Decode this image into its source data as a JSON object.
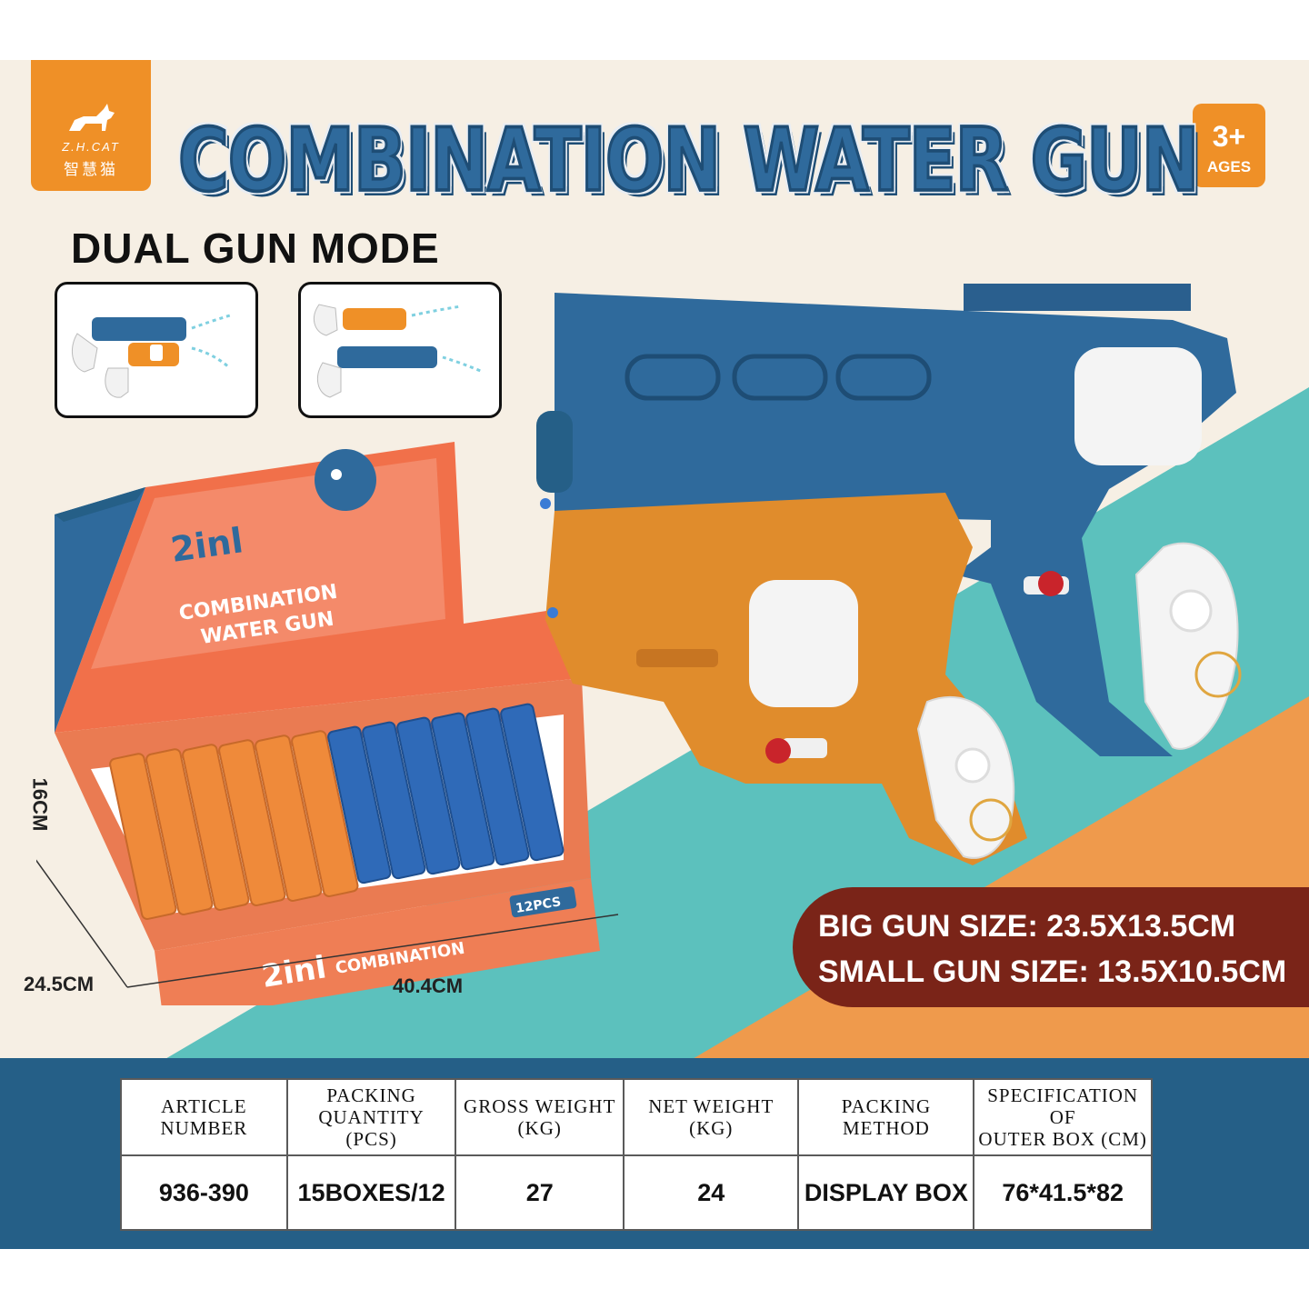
{
  "logo": {
    "brand_en": "Z.H.CAT",
    "brand_cn": "智慧猫"
  },
  "age_badge": {
    "value": "3+",
    "label": "AGES"
  },
  "title": "COMBINATION WATER GUN",
  "mode_title": "DUAL GUN MODE",
  "display_box": {
    "brand_text": "2inl",
    "product_line1": "COMBINATION",
    "product_line2": "WATER GUN",
    "count_badge": "12PCS"
  },
  "dimensions": {
    "height": "16CM",
    "depth": "24.5CM",
    "width": "40.4CM"
  },
  "sizes": {
    "big": "BIG GUN SIZE:  23.5X13.5CM",
    "small": "SMALL GUN SIZE:  13.5X10.5CM"
  },
  "colors": {
    "blue": "#2f6a9c",
    "orange": "#ef9027",
    "teal": "#5cc1bd",
    "maroon": "#7a2418",
    "band": "#255f87"
  },
  "spec_table": {
    "headers": [
      "ARTICLE NUMBER",
      "PACKING QUANTITY (PCS)",
      "GROSS WEIGHT (KG)",
      "NET WEIGHT (KG)",
      "PACKING METHOD",
      "SPECIFICATION OF OUTER BOX (CM)"
    ],
    "header_lines": [
      [
        "ARTICLE NUMBER",
        ""
      ],
      [
        "PACKING QUANTITY",
        "(PCS)"
      ],
      [
        "GROSS WEIGHT",
        "(KG)"
      ],
      [
        "NET WEIGHT",
        "(KG)"
      ],
      [
        "PACKING METHOD",
        ""
      ],
      [
        "SPECIFICATION OF",
        "OUTER BOX (CM)"
      ]
    ],
    "values": [
      "936-390",
      "15BOXES/12",
      "27",
      "24",
      "DISPLAY BOX",
      "76*41.5*82"
    ]
  }
}
